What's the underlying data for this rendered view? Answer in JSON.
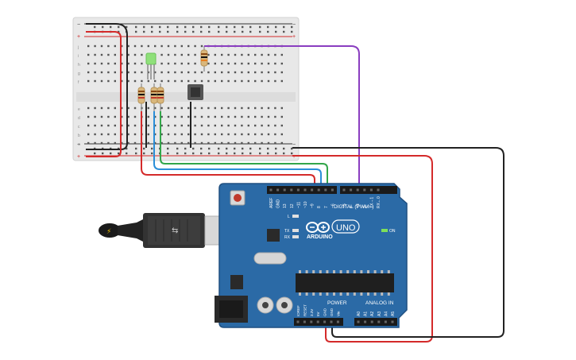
{
  "colors": {
    "board": "#2b6aa6",
    "board_dark": "#1f4f80",
    "breadboard": "#e6e6e6",
    "wire_red": "#d42a2a",
    "wire_black": "#222222",
    "wire_blue": "#2a8ed8",
    "wire_green": "#33a64a",
    "wire_purple": "#8a3ec0",
    "led_green": "#8fe07a"
  },
  "breadboard": {
    "row_letters_top": [
      "j",
      "i",
      "h",
      "g",
      "f"
    ],
    "row_letters_bottom": [
      "e",
      "d",
      "c",
      "b",
      "a"
    ],
    "plus_sign": "+",
    "minus_sign": "−"
  },
  "arduino": {
    "brand": "ARDUINO",
    "model": "UNO",
    "digital_label": "DIGITAL (PWM~)",
    "power_label": "POWER",
    "analog_label": "ANALOG IN",
    "on_label": "ON",
    "l_label": "L",
    "tx_label": "TX",
    "rx_label": "RX",
    "top_pins": [
      "AREF",
      "GND",
      "13",
      "12",
      "~11",
      "~10",
      "~9",
      "8",
      "7",
      "~6",
      "~5",
      "4",
      "~3",
      "2",
      "TX→1",
      "RX←0"
    ],
    "power_pins": [
      "IOREF",
      "RESET",
      "3.3V",
      "5V",
      "GND",
      "GND",
      "Vin"
    ],
    "analog_pins": [
      "A0",
      "A1",
      "A2",
      "A3",
      "A4",
      "A5"
    ]
  },
  "components": {
    "led": "led",
    "button": "pushbutton",
    "resistors": 4
  }
}
